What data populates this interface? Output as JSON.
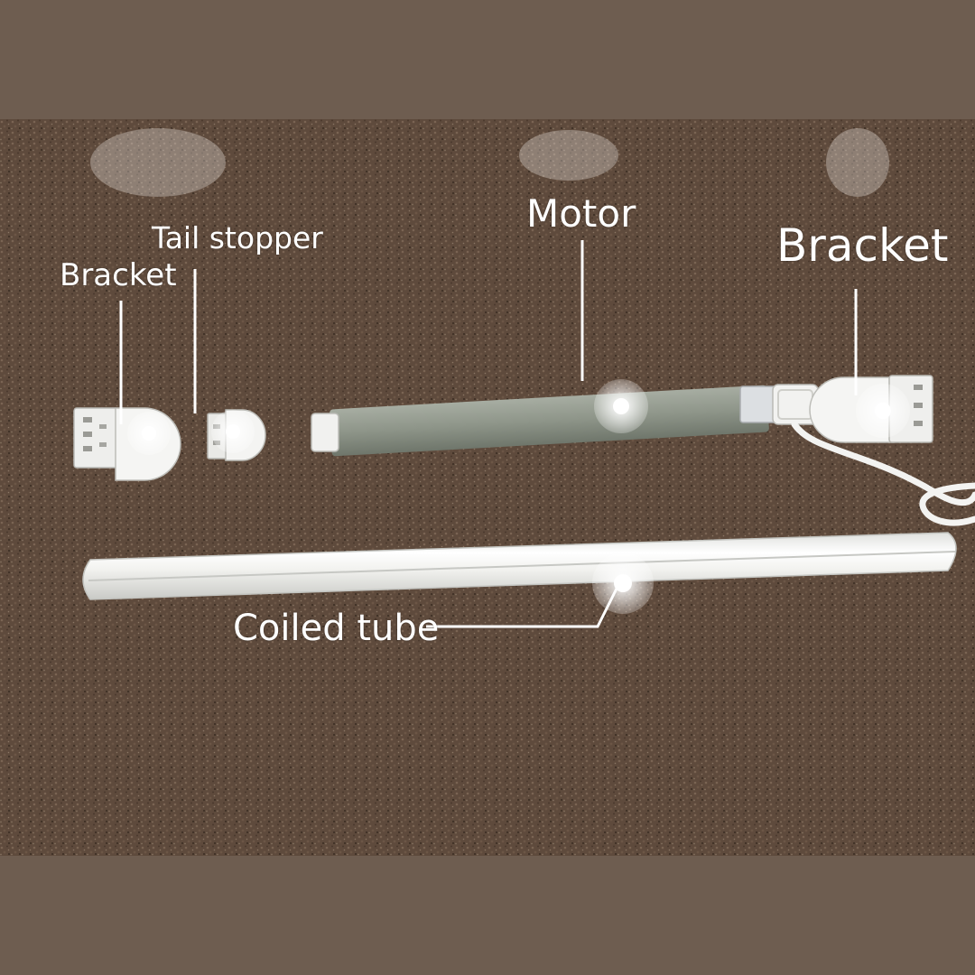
{
  "labels": {
    "tail_stopper": "Tail stopper",
    "bracket_left": "Bracket",
    "motor": "Motor",
    "bracket_right": "Bracket",
    "coiled_tube": "Coiled tube"
  },
  "colors": {
    "frame": "#6e5d50",
    "carpet": "#5e4a3c",
    "motor_tube": "#8e9589",
    "label_text": "#ffffff",
    "parts_white": "#f3f3f1"
  }
}
